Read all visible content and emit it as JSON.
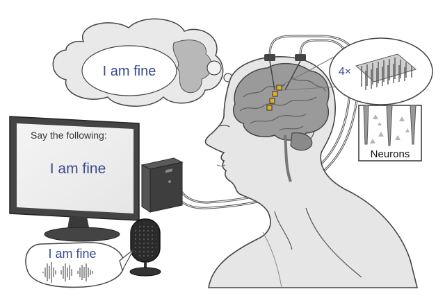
{
  "thought_bubble": {
    "text": "I am fine",
    "text_color": "#3a4a8c"
  },
  "monitor": {
    "prompt": "Say the following:",
    "text": "I am fine",
    "text_color": "#3a4a8c"
  },
  "speech_bubble": {
    "text": "I am fine",
    "text_color": "#3a4a8c"
  },
  "array_zoom": {
    "label": "4×",
    "label_color": "#3a4a8c"
  },
  "neurons_panel": {
    "label": "Neurons"
  },
  "electrode_color": "#e0b020"
}
